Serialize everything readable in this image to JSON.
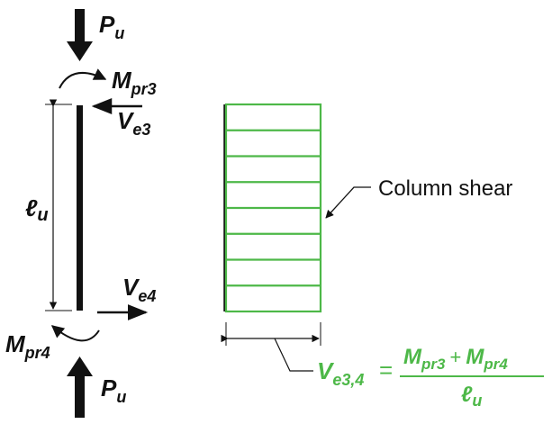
{
  "labels": {
    "pu_top": {
      "main": "P",
      "sub": "u"
    },
    "m_top": {
      "main": "M",
      "sub": "pr3"
    },
    "v_top": {
      "main": "V",
      "sub": "e3"
    },
    "lu": {
      "main": "ℓ",
      "sub": "u"
    },
    "v_bottom": {
      "main": "V",
      "sub": "e4"
    },
    "m_bottom": {
      "main": "M",
      "sub": "pr4"
    },
    "pu_bottom": {
      "main": "P",
      "sub": "u"
    },
    "column_shear": "Column shear"
  },
  "formula": {
    "lhs_main": "V",
    "lhs_sub": "e3,4",
    "equals": "=",
    "num1_main": "M",
    "num1_sub": "pr3",
    "plus": "+",
    "num2_main": "M",
    "num2_sub": "pr4",
    "den_main": "ℓ",
    "den_sub": "u"
  },
  "colors": {
    "column": "#111111",
    "shear_diagram": "#4db848",
    "formula": "#4db848"
  }
}
